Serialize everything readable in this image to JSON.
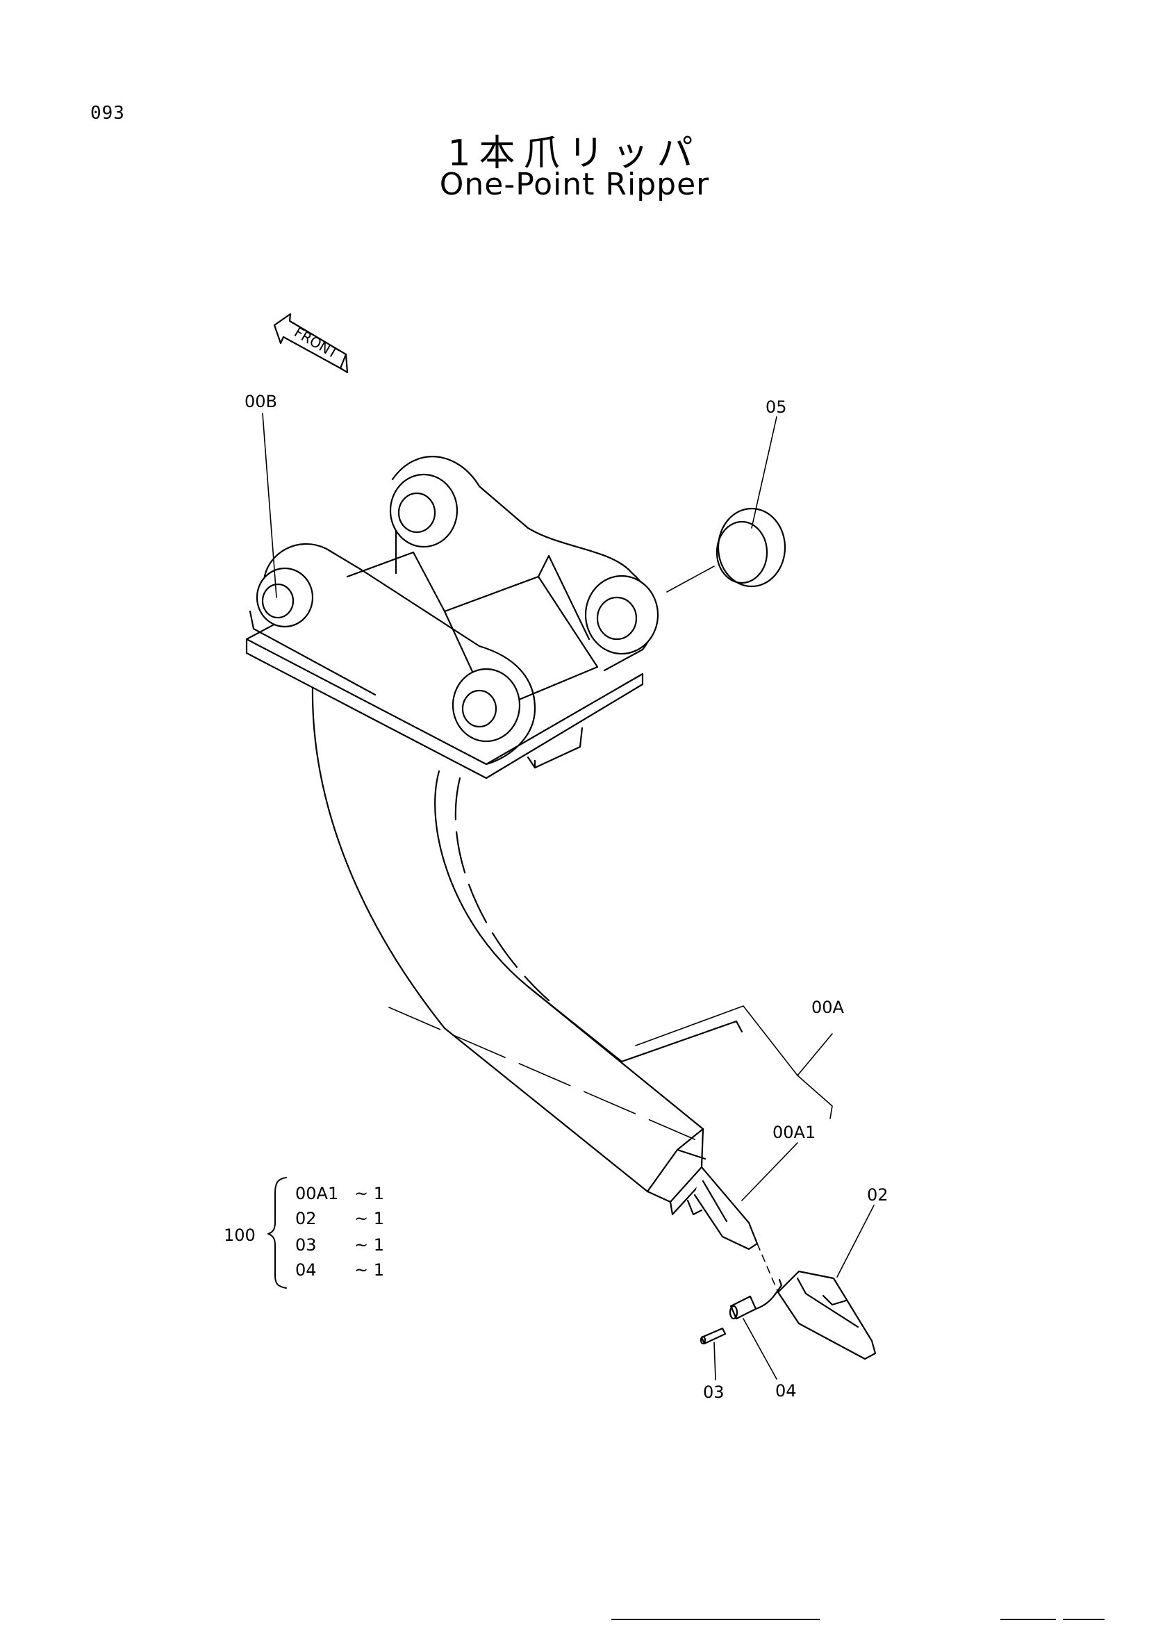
{
  "page_number": "093",
  "title_jp": "1本爪リッパ",
  "title_en": "One-Point Ripper",
  "front_arrow_label": "FRONT",
  "callouts": {
    "c00B": "00B",
    "c05": "05",
    "c00A": "00A",
    "c00A1": "00A1",
    "c02": "02",
    "c03": "03",
    "c04": "04"
  },
  "assembly": {
    "number": "100",
    "rows": [
      {
        "part": "00A1",
        "qty": "~ 1"
      },
      {
        "part": "02",
        "qty": "~ 1"
      },
      {
        "part": "03",
        "qty": "~ 1"
      },
      {
        "part": "04",
        "qty": "~ 1"
      }
    ]
  }
}
